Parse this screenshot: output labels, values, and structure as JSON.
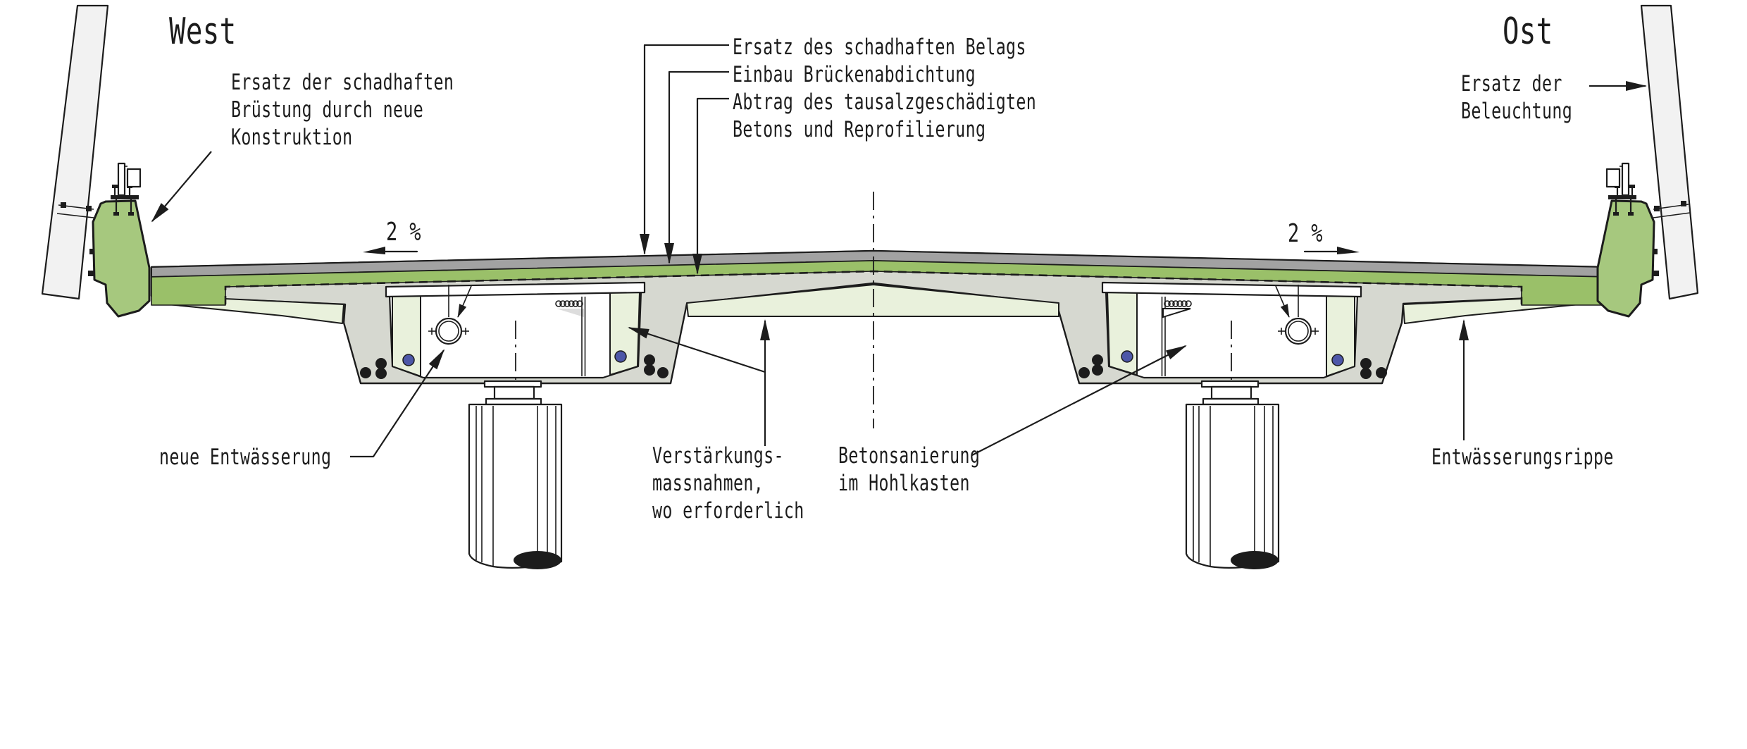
{
  "diagram_type": "bridge-rehabilitation-cross-section",
  "titles": {
    "west": "West",
    "ost": "Ost"
  },
  "labels": {
    "parapet": "Ersatz der schadhaften\nBrüstung durch neue\nKonstruktion",
    "surfacing": "Ersatz des schadhaften Belags",
    "waterproofing": "Einbau Brückenabdichtung",
    "concrete_removal": "Abtrag des tausalzgeschädigten\nBetons und Reprofilierung",
    "lighting": "Ersatz der\nBeleuchtung",
    "slope_left": "2 %",
    "slope_right": "2 %",
    "drainage": "neue Entwässerung",
    "strengthening": "Verstärkungs-\nmassnahmen,\nwo erforderlich",
    "box_repair": "Betonsanierung\nim Hohlkasten",
    "drainage_rib": "Entwässerungsrippe"
  },
  "colors": {
    "line": "#1c1c1c",
    "concrete": "#d6d8d0",
    "asphalt": "#a2a2a2",
    "new_concrete_green": "#9ac069",
    "curb_green": "#a6c87e",
    "pale_green": "#e9f1dc",
    "hollow_white": "#ffffff",
    "mast_gray": "#f2f2f2",
    "dot_blue": "#4d57a8"
  }
}
